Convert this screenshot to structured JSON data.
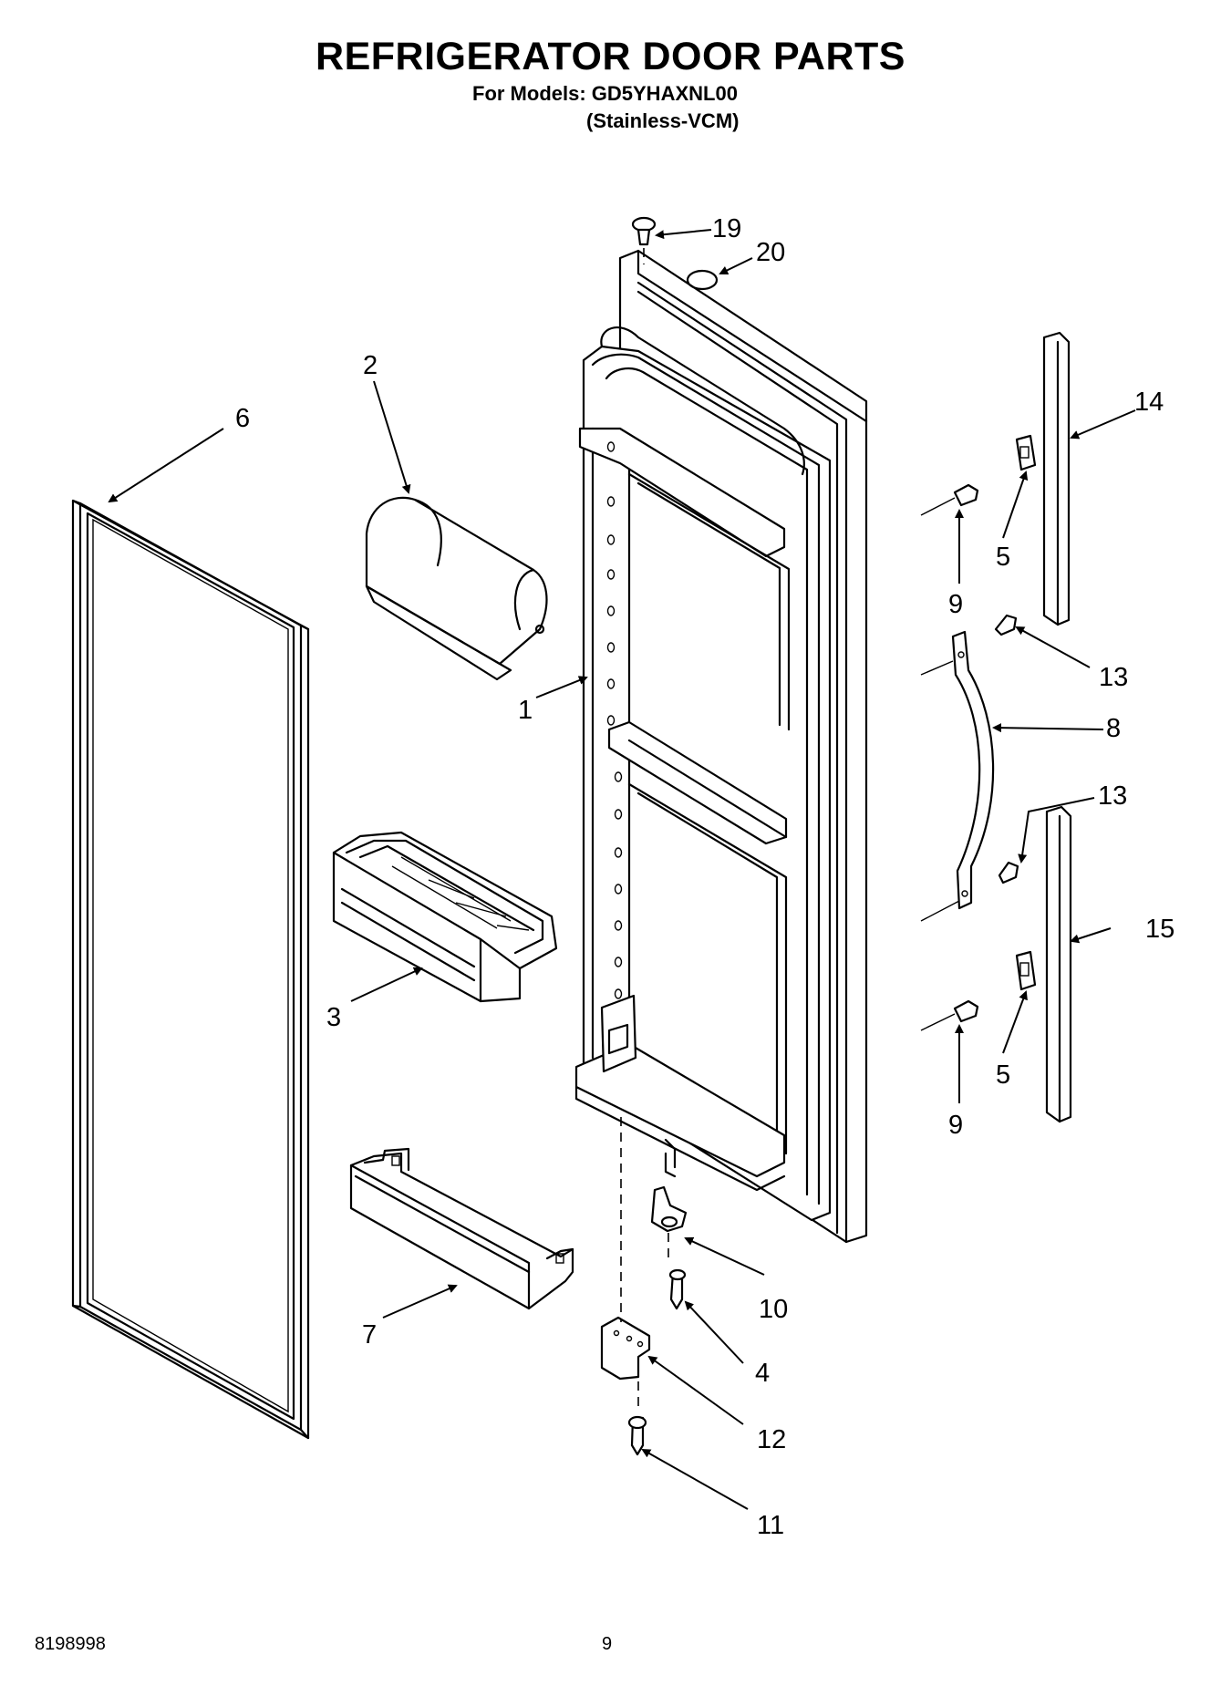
{
  "header": {
    "title": "REFRIGERATOR DOOR PARTS",
    "models": "For Models: GD5YHAXNL00",
    "variant": "(Stainless-VCM)"
  },
  "footer": {
    "document_number": "8198998",
    "page_number": "9"
  },
  "callouts": {
    "c1": "1",
    "c2": "2",
    "c3": "3",
    "c4": "4",
    "c5a": "5",
    "c5b": "5",
    "c6": "6",
    "c7": "7",
    "c8": "8",
    "c9a": "9",
    "c9b": "9",
    "c10": "10",
    "c11": "11",
    "c12": "12",
    "c13a": "13",
    "c13b": "13",
    "c14": "14",
    "c15": "15",
    "c19": "19",
    "c20": "20"
  }
}
